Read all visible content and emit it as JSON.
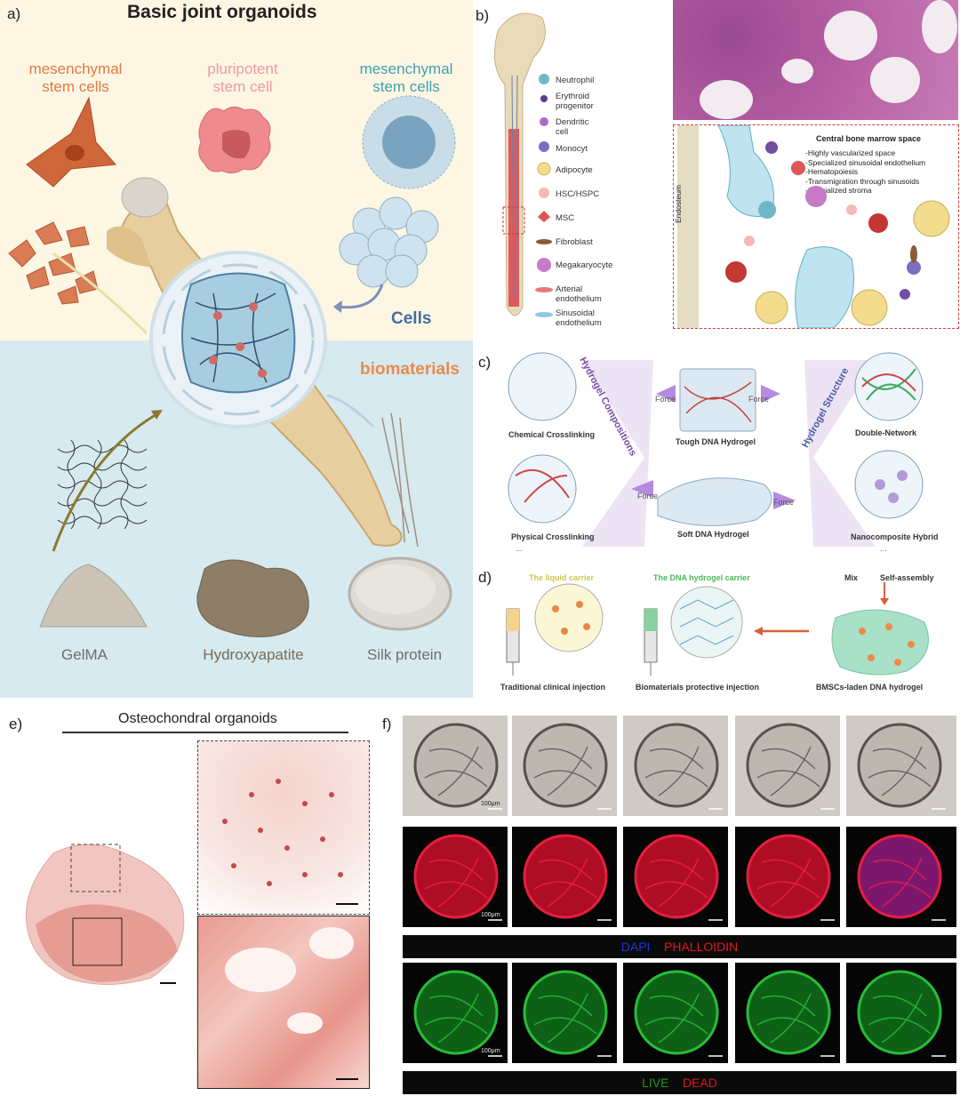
{
  "panel_letters": {
    "a": "a)",
    "b": "b)",
    "c": "c)",
    "d": "d)",
    "e": "e)",
    "f": "f)"
  },
  "panel_a": {
    "title": "Basic joint organoids",
    "cells": [
      {
        "label": "mesenchymal\nstem cells",
        "color": "#e07a45"
      },
      {
        "label": "pluripotent\nstem cell",
        "color": "#ee9aa0"
      },
      {
        "label": "mesenchymal\nstem cells",
        "color": "#3fa0b0"
      }
    ],
    "section_cells": "Cells",
    "section_biomaterials": "biomaterials",
    "materials": [
      "GelMA",
      "Hydroxyapatite",
      "Silk protein"
    ],
    "colors": {
      "top_bg": "#fdf6e3",
      "bottom_bg": "#d6eaf0",
      "cells_label": "#3f6ea8",
      "bio_label": "#e88a4e"
    }
  },
  "panel_b": {
    "legend": [
      "Neutrophil",
      "Erythroid\nprogenitor",
      "Dendritic\ncell",
      "Monocyt",
      "Adipocyte",
      "HSC/HSPC",
      "MSC",
      "Fibroblast",
      "Megakaryocyte",
      "Arterial\nendothelium",
      "Sinusoidal\nendothelium"
    ],
    "box_title": "Central bone marrow space",
    "box_points": [
      "-Highly vascularized space",
      "-Specialized sinusoidal endothelium",
      "-Hematopoiesis",
      "-Transmigration through sinusoids",
      "-Specialized stroma"
    ],
    "endosteum": "Endosteum"
  },
  "panel_c": {
    "left_title": "Hydrogel Compositions",
    "right_title": "Hydrogel Structure",
    "chemical": "Chemical Crosslinking",
    "physical": "Physical Crosslinking",
    "tough": "Tough DNA Hydrogel",
    "soft": "Soft DNA Hydrogel",
    "double": "Double-Network",
    "nano": "Nanocomposite Hybrid",
    "force": "Force",
    "ellipsis": "..."
  },
  "panel_d": {
    "liquid": "The liquid carrier",
    "dna_carrier": "The DNA hydrogel carrier",
    "mix": "Mix",
    "self_assembly": "Self-assembly",
    "traditional": "Traditional clinical injection",
    "protective": "Biomaterials protective injection",
    "laden": "BMSCs-laden DNA hydrogel"
  },
  "panel_e": {
    "title": "Osteochondral organoids"
  },
  "panel_f": {
    "scale": "100μm",
    "stain1": [
      "DAPI",
      "PHALLOIDIN"
    ],
    "stain2": [
      "LIVE",
      "DEAD"
    ],
    "colors": {
      "dapi": "#2233dd",
      "phalloidin": "#e01818",
      "live": "#1a9a2a",
      "dead": "#e01818"
    }
  }
}
